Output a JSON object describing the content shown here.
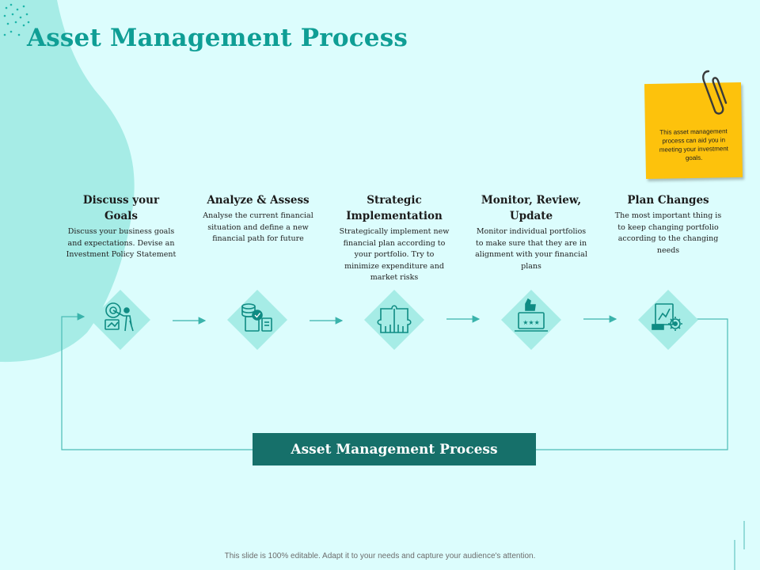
{
  "title": "Asset Management Process",
  "note": {
    "text": "This asset management process can aid you in meeting your investment goals."
  },
  "steps": [
    {
      "title": "Discuss your Goals",
      "description": "Discuss your business goals and expectations. Devise an Investment Policy Statement",
      "icon": "target-person-icon"
    },
    {
      "title": "Analyze & Assess",
      "description": "Analyse the current financial situation and define a new financial path for future",
      "icon": "coins-checklist-icon"
    },
    {
      "title": "Strategic Implementation",
      "description": "Strategically implement new financial plan according to your portfolio. Try to minimize expenditure and market risks",
      "icon": "puzzle-hands-icon"
    },
    {
      "title": "Monitor, Review, Update",
      "description": "Monitor individual portfolios to make sure that they are in alignment with your financial plans",
      "icon": "laptop-rating-icon"
    },
    {
      "title": "Plan Changes",
      "description": "The most important thing is to keep changing portfolio according to the changing needs",
      "icon": "chart-gear-icon"
    }
  ],
  "center_label": "Asset Management Process",
  "footer": "This slide is 100% editable. Adapt it to your needs and capture your audience's attention.",
  "colors": {
    "background": "#dcfdfd",
    "accent": "#0f9e95",
    "diamond": "#a6ece6",
    "center_box": "#16706a",
    "note": "#fdc20c",
    "line": "#4bbcb6"
  }
}
